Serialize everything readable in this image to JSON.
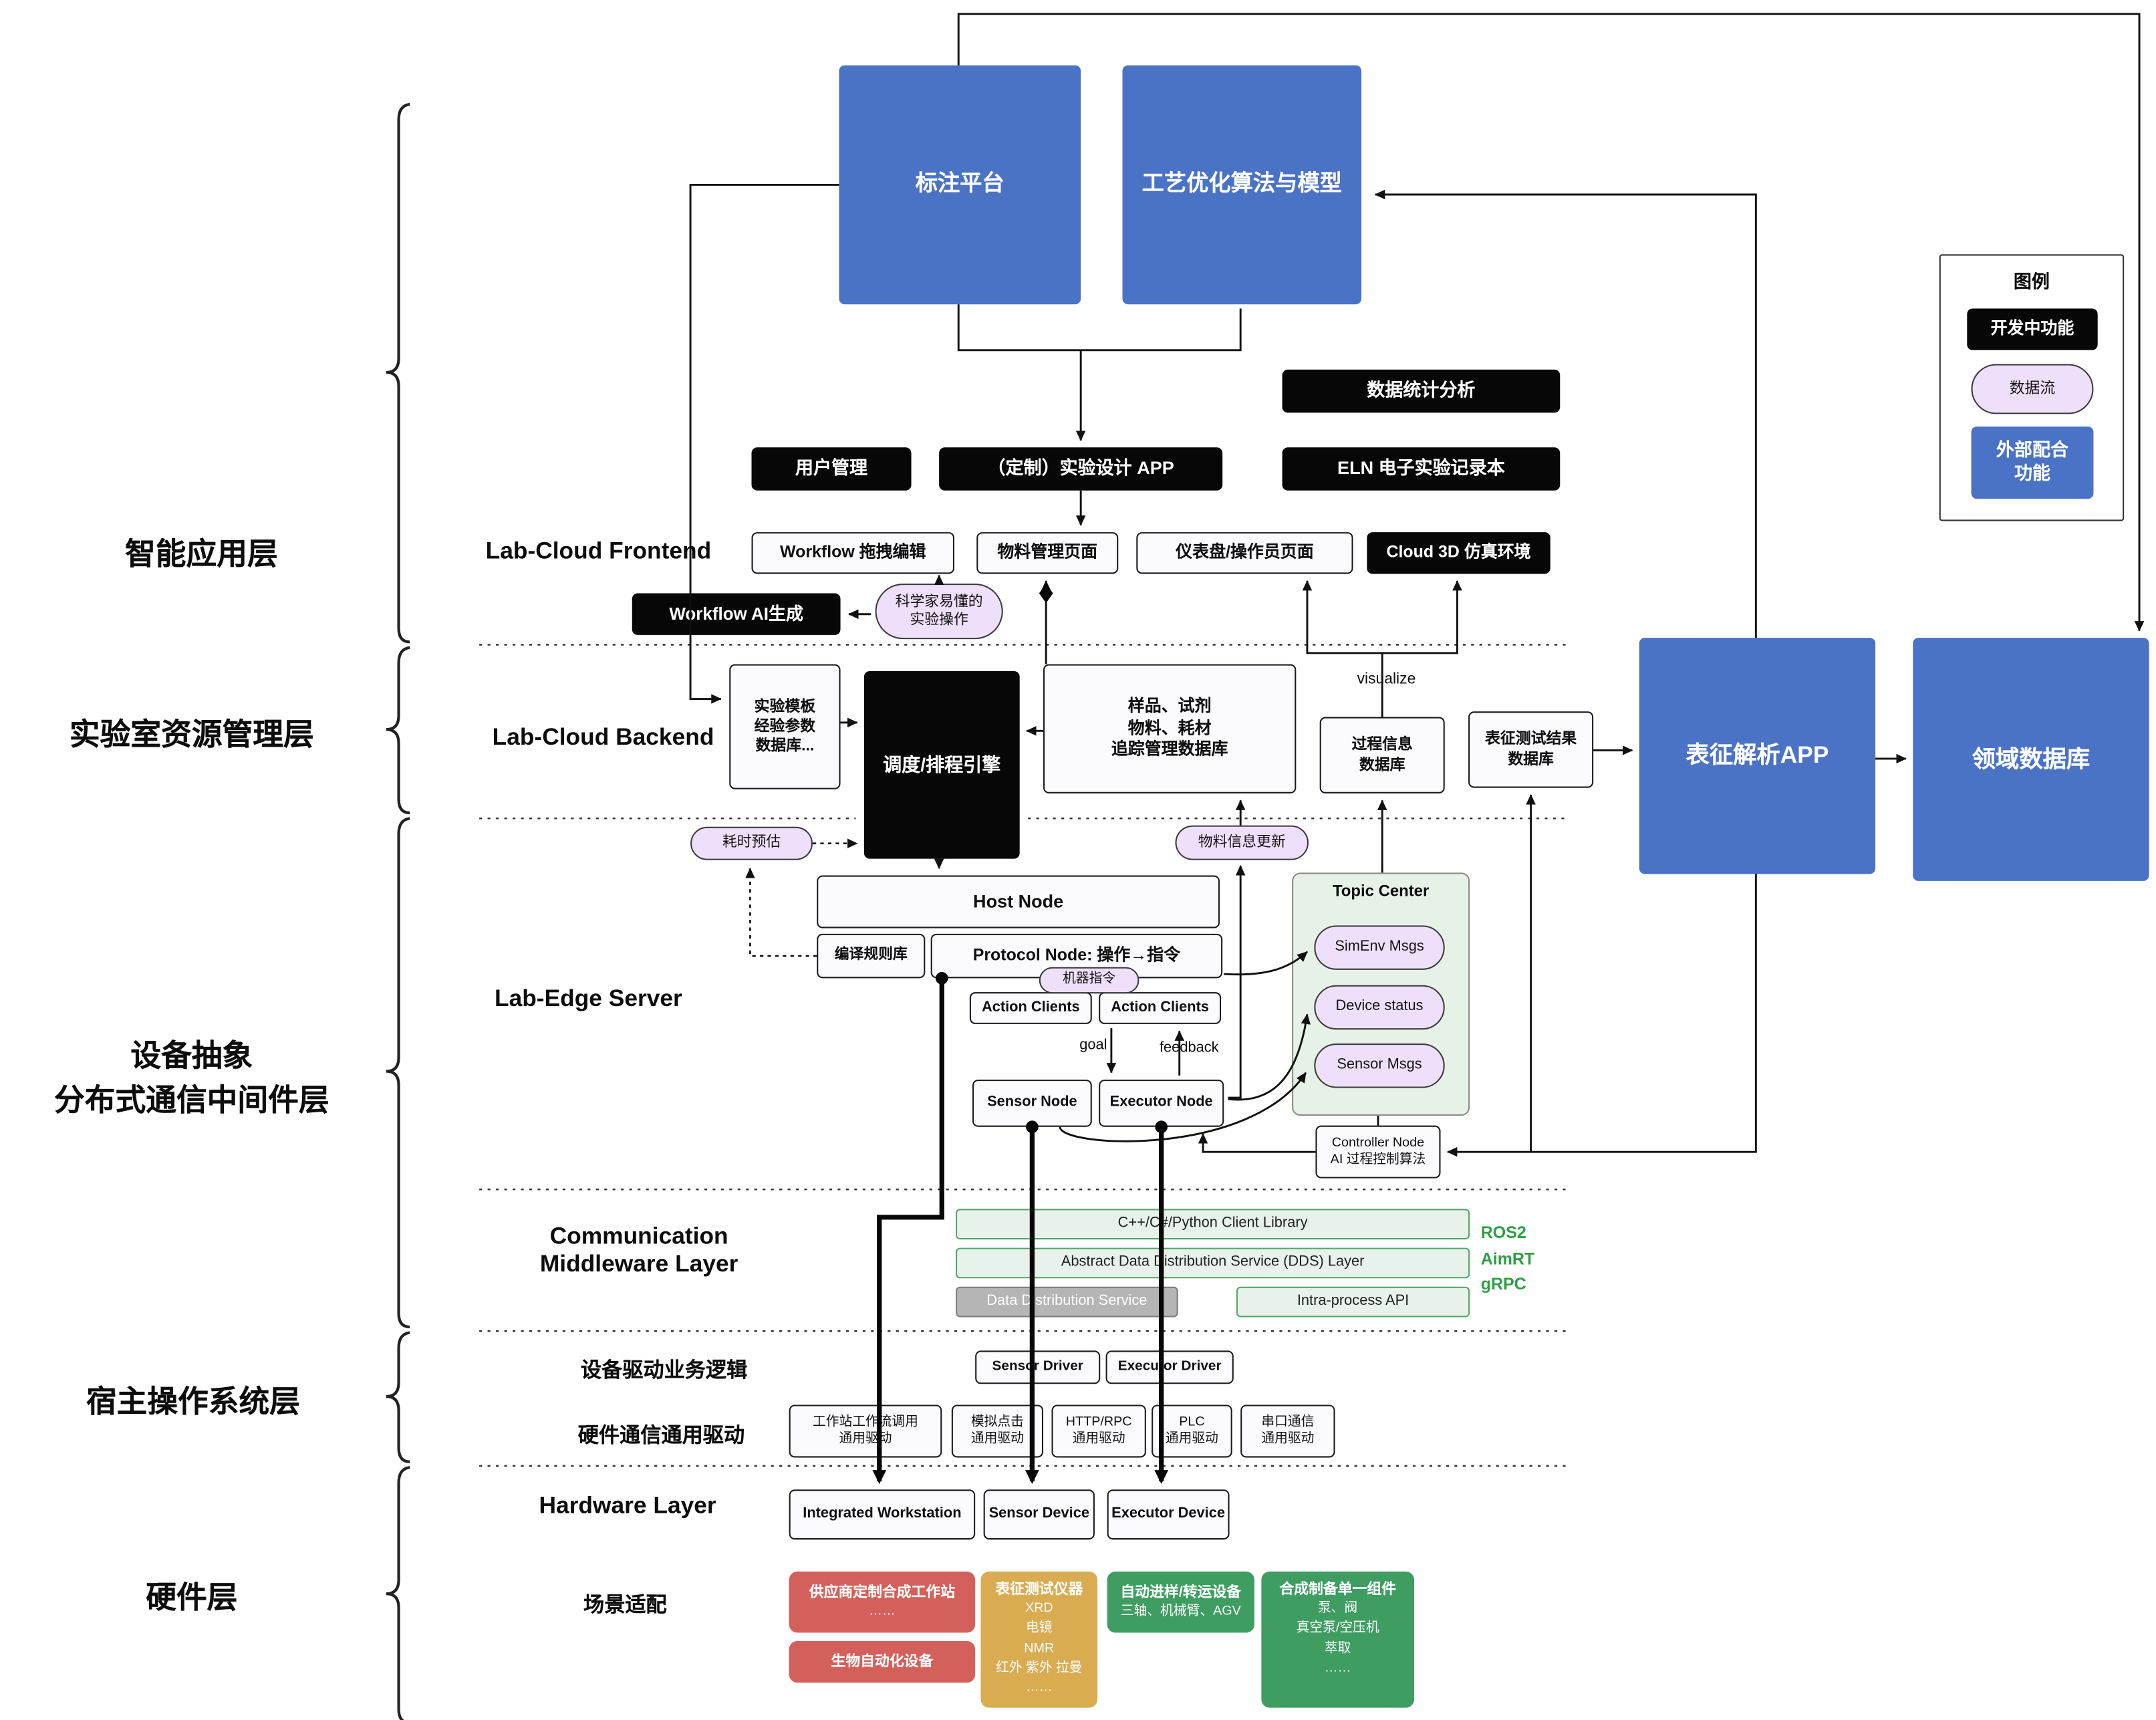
{
  "layer_labels": {
    "app": "智能应用层",
    "resource": "实验室资源管理层",
    "middleware": "设备抽象\n分布式通信中间件层",
    "host_os": "宿主操作系统层",
    "hardware": "硬件层"
  },
  "legend": {
    "title": "图例",
    "developing": "开发中功能",
    "dataflow": "数据流",
    "external": "外部配合\n功能"
  },
  "top_boxes": {
    "annotation": "标注平台",
    "optimization": "工艺优化算法与模型"
  },
  "frontend": {
    "label": "Lab-Cloud Frontend",
    "user_mgmt": "用户管理",
    "design_app": "（定制）实验设计 APP",
    "stats": "数据统计分析",
    "eln": "ELN 电子实验记录本",
    "workflow_edit": "Workflow 拖拽编辑",
    "material_page": "物料管理页面",
    "dashboard": "仪表盘/操作员页面",
    "cloud3d": "Cloud 3D 仿真环境",
    "workflow_ai": "Workflow AI生成",
    "scientist_pill": "科学家易懂的\n实验操作"
  },
  "backend": {
    "label": "Lab-Cloud Backend",
    "template_db": "实验模板\n经验参数\n数据库...",
    "scheduler": "调度/排程引擎",
    "material_db": "样品、试剂\n物料、耗材\n追踪管理数据库",
    "process_db": "过程信息\n数据库",
    "result_db": "表征测试结果\n数据库",
    "char_app": "表征解析APP",
    "domain_db": "领域数据库",
    "visualize": "visualize",
    "time_pill": "耗时预估",
    "material_pill": "物料信息更新"
  },
  "edge": {
    "label": "Lab-Edge Server",
    "host_node": "Host Node",
    "rule_lib": "编译规则库",
    "protocol_node": "Protocol Node: 操作→指令",
    "machine_cmd": "机器指令",
    "action_clients_1": "Action Clients",
    "action_clients_2": "Action Clients",
    "goal": "goal",
    "feedback": "feedback",
    "sensor_node": "Sensor Node",
    "executor_node": "Executor Node",
    "topic_center": "Topic Center",
    "simenv": "SimEnv Msgs",
    "device_status": "Device status",
    "sensor_msgs": "Sensor Msgs",
    "controller": "Controller Node\nAI 过程控制算法"
  },
  "comm": {
    "label": "Communication\nMiddleware Layer",
    "client_lib": "C++/C#/Python Client Library",
    "dds_abstract": "Abstract Data Distribution Service (DDS) Layer",
    "dds_service": "Data Distribution Service",
    "intra_api": "Intra-process API",
    "stack": "ROS2\nAimRT\ngRPC"
  },
  "host_os": {
    "driver_logic_label": "设备驱动业务逻辑",
    "sensor_driver": "Sensor Driver",
    "executor_driver": "Executor Driver",
    "hw_driver_label": "硬件通信通用驱动",
    "ws_driver": "工作站工作流调用\n通用驱动",
    "click_driver": "模拟点击\n通用驱动",
    "http_driver": "HTTP/RPC\n通用驱动",
    "plc_driver": "PLC\n通用驱动",
    "serial_driver": "串口通信\n通用驱动"
  },
  "hardware": {
    "label": "Hardware Layer",
    "integrated_ws": "Integrated Workstation",
    "sensor_device": "Sensor Device",
    "executor_device": "Executor Device",
    "scene_label": "场景适配",
    "vendor": {
      "title": "供应商定制合成工作站",
      "body": "……"
    },
    "bio": {
      "title": "生物自动化设备"
    },
    "charinst": {
      "title": "表征测试仪器",
      "body": "XRD\n电镜\nNMR\n红外 紫外 拉曼\n……"
    },
    "transfer": {
      "title": "自动进样/转运设备",
      "body": "三轴、机械臂、AGV"
    },
    "synth": {
      "title": "合成制备单一组件",
      "body": "泵、阀\n真空泵/空压机\n萃取\n……"
    }
  },
  "colors": {
    "blue": "#4a72c5",
    "black": "#070707",
    "purple_pill": "#eee0fa",
    "green_box": "#e7f3ea",
    "red_hw": "#d4605c",
    "gold_hw": "#d9ac52",
    "green_hw": "#3f9d62"
  }
}
